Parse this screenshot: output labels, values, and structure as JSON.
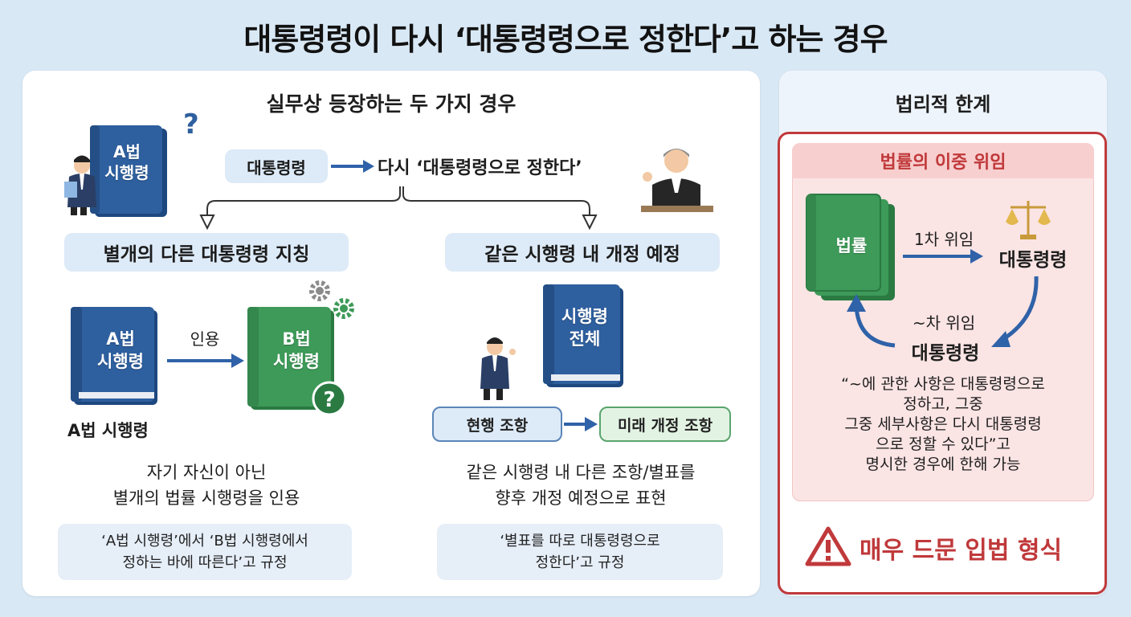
{
  "title": "대통령령이 다시 ‘대통령령으로 정한다’고 하는 경우",
  "left_panel": {
    "heading": "실무상 등장하는 두 가지 경우",
    "top_flow": {
      "source": "대통령령",
      "target": "다시 ‘대통령령으로 정한다’"
    },
    "book_top_label": [
      "A법",
      "시행령"
    ],
    "case1": {
      "heading": "별개의 다른 대통령령 지칭",
      "book_a": [
        "A법",
        "시행령"
      ],
      "book_a_caption": "A법 시행령",
      "arrow_label": "인용",
      "book_b": [
        "B법",
        "시행령"
      ],
      "description": [
        "자기 자신이 아닌",
        "별개의 법률 시행령을 인용"
      ],
      "note": [
        "‘A법 시행령’에서 ‘B법 시행령에서",
        "정하는 바에 따른다’고 규정"
      ]
    },
    "case2": {
      "heading": "같은 시행령 내 개정 예정",
      "book": [
        "시행령",
        "전체"
      ],
      "current_clause": "현행 조항",
      "future_clause": "미래 개정 조항",
      "description": [
        "같은 시행령 내 다른 조항/별표를",
        "향후 개정 예정으로 표현"
      ],
      "note": [
        "‘별표를 따로 대통령령으로",
        "정한다’고 규정"
      ]
    }
  },
  "right_panel": {
    "heading": "법리적 한계",
    "box_title": "법률의 이중 위임",
    "law_book": "법률",
    "first_delegation": "1차 위임",
    "first_target": "대통령령",
    "second_delegation": "~차 위임",
    "second_target": "대통령령",
    "quote": [
      "“~에 관한 사항은 대통령령으로",
      "정하고, 그중",
      "그중 세부사항은 다시 대통령령",
      "으로 정할 수 있다”고",
      "명시한 경우에 한해 가능"
    ],
    "warning": "매우 드문 입법 형식"
  },
  "colors": {
    "blue_book": "#2e5f9e",
    "green_book": "#3d9a58",
    "arrow_blue": "#2f62a8",
    "warning_red": "#c0393b",
    "pill_blue": "#ddeaf7",
    "pill_green": "#e3f3e3"
  }
}
